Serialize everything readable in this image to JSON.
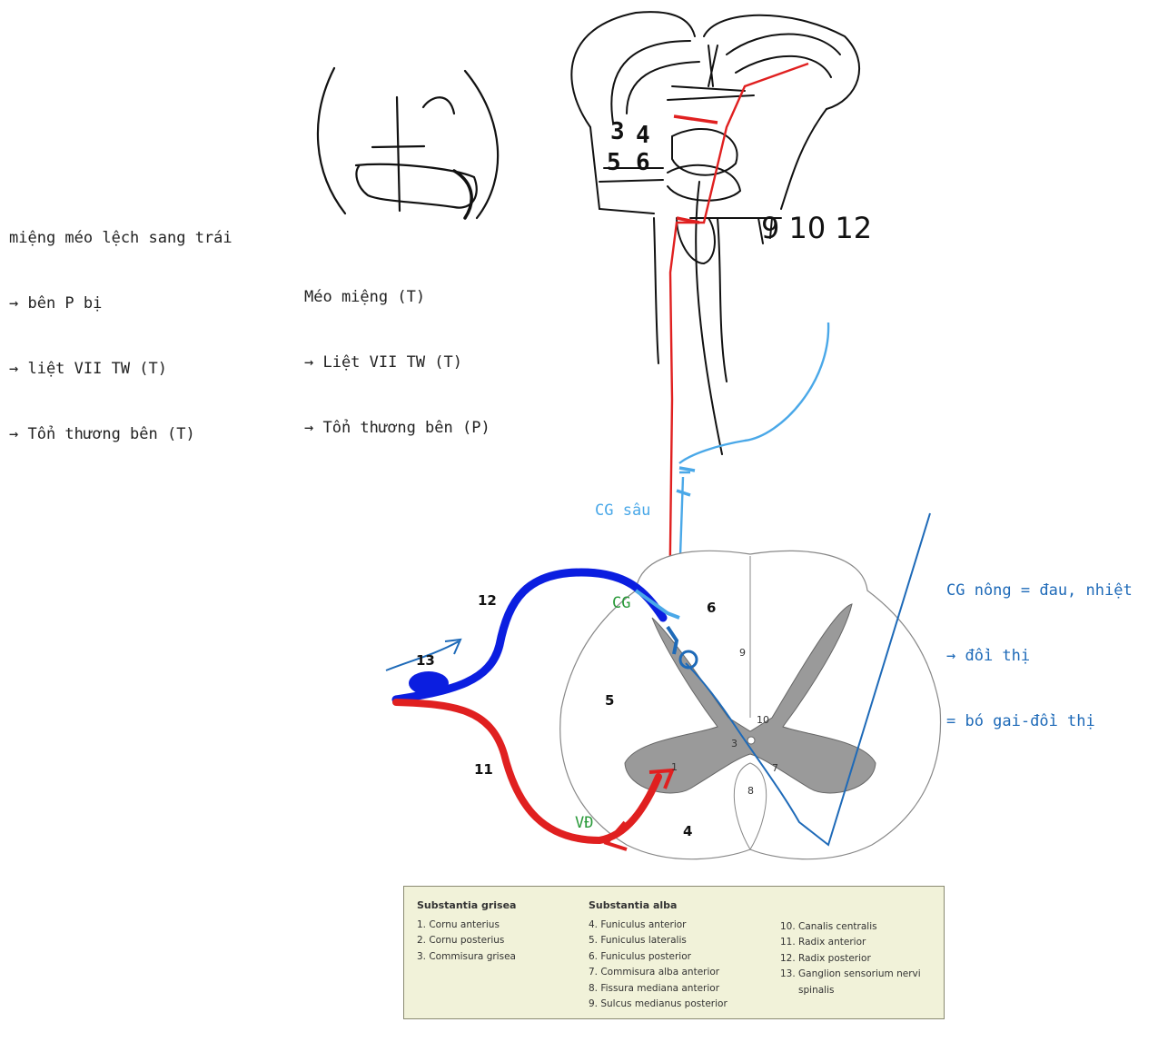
{
  "notes": {
    "left": [
      "miệng méo lệch sang trái",
      "→ bên P bị",
      "→ liệt VII TW (T)",
      "→ Tổn thương bên (T)"
    ],
    "middle": [
      "Méo miệng (T)",
      "→ Liệt VII TW (T)",
      "→ Tổn thương bên (P)"
    ],
    "right": [
      "CG nông = đau, nhiệt",
      "→ đồi thị",
      "= bó gai-đồi thị"
    ]
  },
  "labels": {
    "cg_sau": "CG sâu",
    "cg": "CG",
    "vd": "VĐ",
    "nerve_numbers": "9 10 12"
  },
  "handwriting": {
    "top_mark_1": "3",
    "top_mark_2": "4",
    "top_mark_3": "5",
    "top_mark_4": "6"
  },
  "diagram_numbers": {
    "n12": "12",
    "n13": "13",
    "n11": "11",
    "n6": "6",
    "n5": "5",
    "n4": "4",
    "n9": "9",
    "n10": "10",
    "n3": "3",
    "n1": "1",
    "n7": "7",
    "n8": "8"
  },
  "legend": {
    "grisea_title": "Substantia grisea",
    "grisea_items": [
      "1. Cornu anterius",
      "2. Cornu posterius",
      "3. Commisura grisea"
    ],
    "alba_title": "Substantia alba",
    "alba_items": [
      "4. Funiculus anterior",
      "5. Funiculus lateralis",
      "6. Funiculus posterior",
      "7. Commisura alba anterior",
      "8. Fissura mediana anterior",
      "9. Sulcus medianus posterior"
    ],
    "other_items": [
      "10. Canalis centralis",
      "11. Radix anterior",
      "12. Radix posterior",
      "13. Ganglion sensorium nervi",
      "      spinalis"
    ]
  },
  "colors": {
    "red": "#e02020",
    "blue": "#0b1ee0",
    "light_blue": "#4aa8e8",
    "dark_blue": "#1e6ab8",
    "green": "#2a9a3a",
    "legend_bg": "#f1f2d9"
  }
}
